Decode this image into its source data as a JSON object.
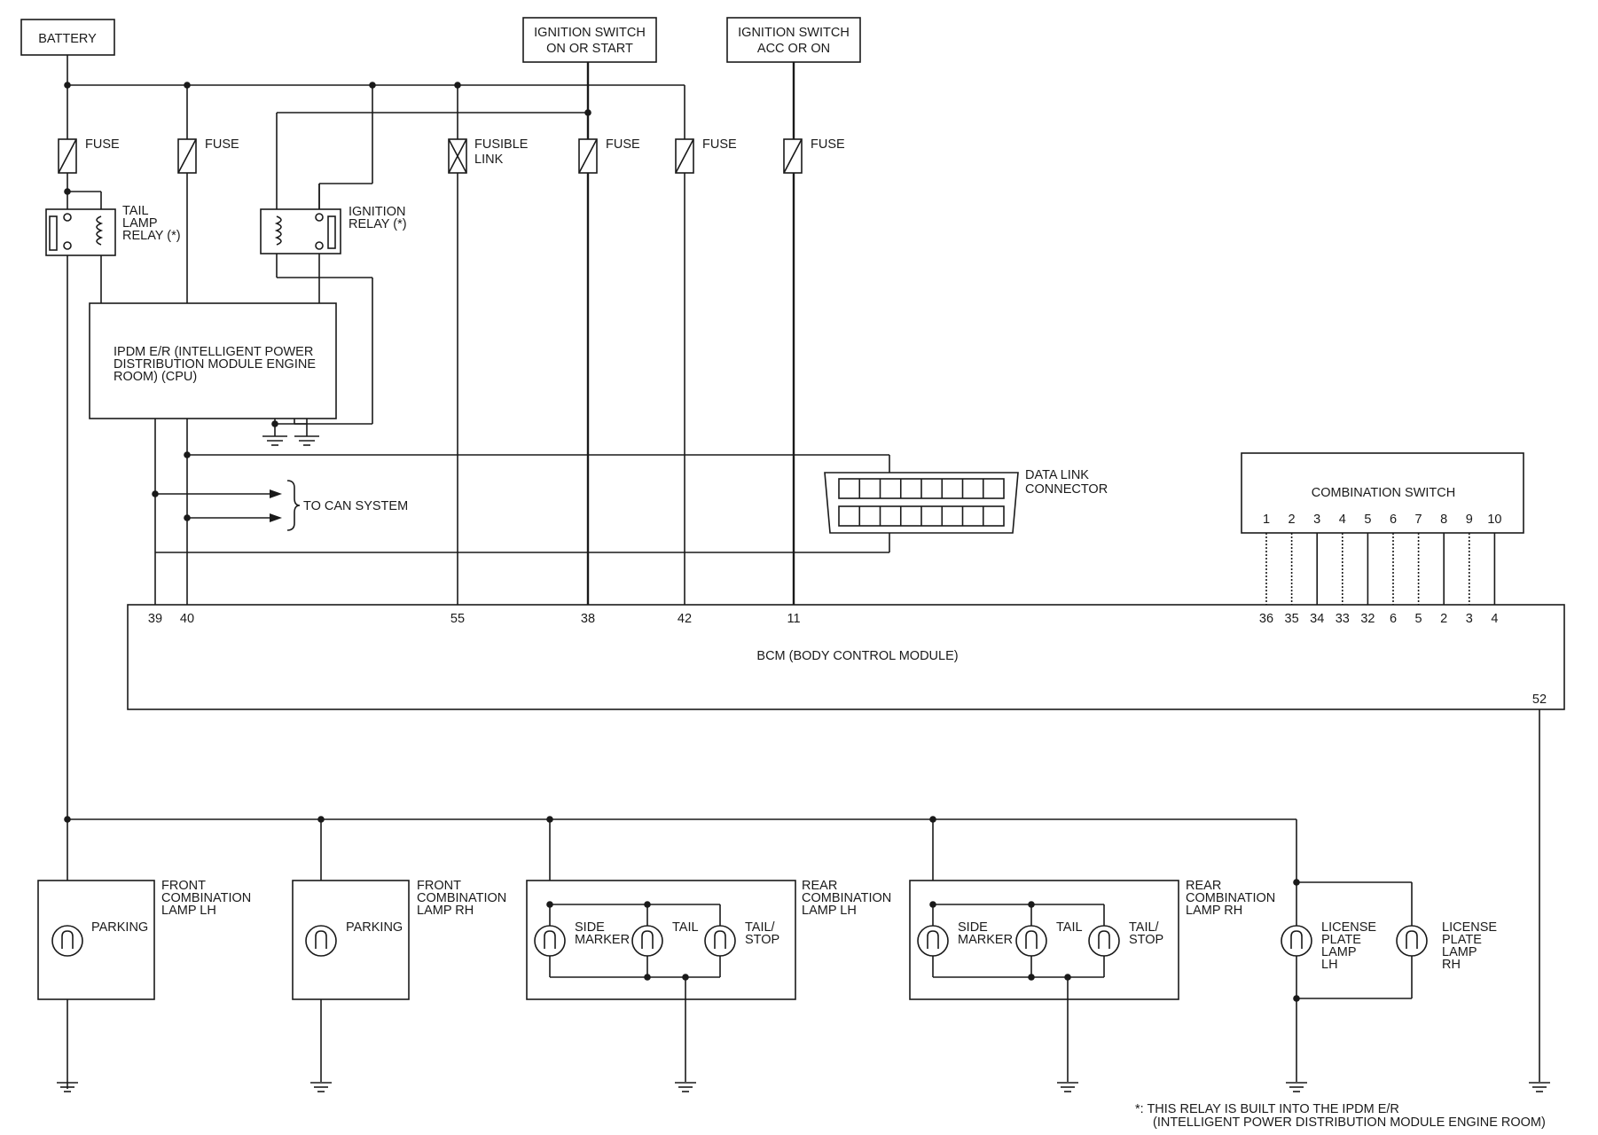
{
  "title": "",
  "top": {
    "battery": "BATTERY",
    "ign_on_start": [
      "IGNITION SWITCH",
      "ON OR START"
    ],
    "ign_acc_on": [
      "IGNITION SWITCH",
      "ACC OR ON"
    ]
  },
  "fuses": {
    "f1": "FUSE",
    "f2": "FUSE",
    "f3": "FUSE",
    "f4": "FUSE",
    "f5": "FUSE",
    "fusible": [
      "FUSIBLE",
      "LINK"
    ]
  },
  "relays": {
    "tail": [
      "TAIL",
      "LAMP",
      "RELAY (*)"
    ],
    "ignition": [
      "IGNITION",
      "RELAY (*)"
    ]
  },
  "ipdm": [
    "IPDM E/R (INTELLIGENT POWER",
    "DISTRIBUTION MODULE ENGINE",
    "ROOM) (CPU)"
  ],
  "can": "TO CAN SYSTEM",
  "dlc": [
    "DATA LINK",
    "CONNECTOR"
  ],
  "combo": {
    "label": "COMBINATION SWITCH",
    "pins": [
      "1",
      "2",
      "3",
      "4",
      "5",
      "6",
      "7",
      "8",
      "9",
      "10"
    ]
  },
  "bcm": {
    "label": "BCM (BODY CONTROL MODULE)",
    "pins_left": [
      "39",
      "40",
      "55",
      "38",
      "42",
      "11"
    ],
    "pins_right": [
      "36",
      "35",
      "34",
      "33",
      "32",
      "6",
      "5",
      "2",
      "3",
      "4"
    ],
    "pin_52": "52"
  },
  "lamps": {
    "front_lh": {
      "title": [
        "FRONT",
        "COMBINATION",
        "LAMP LH"
      ],
      "bulb": "PARKING"
    },
    "front_rh": {
      "title": [
        "FRONT",
        "COMBINATION",
        "LAMP RH"
      ],
      "bulb": "PARKING"
    },
    "rear_lh": {
      "title": [
        "REAR",
        "COMBINATION",
        "LAMP LH"
      ],
      "side": [
        "SIDE",
        "MARKER"
      ],
      "tail": "TAIL",
      "stop": [
        "TAIL/",
        "STOP"
      ]
    },
    "rear_rh": {
      "title": [
        "REAR",
        "COMBINATION",
        "LAMP RH"
      ],
      "side": [
        "SIDE",
        "MARKER"
      ],
      "tail": "TAIL",
      "stop": [
        "TAIL/",
        "STOP"
      ]
    },
    "license_lh": [
      "LICENSE",
      "PLATE",
      "LAMP",
      "LH"
    ],
    "license_rh": [
      "LICENSE",
      "PLATE",
      "LAMP",
      "RH"
    ]
  },
  "footnote": [
    "*: THIS RELAY IS BUILT INTO THE IPDM E/R",
    "(INTELLIGENT POWER DISTRIBUTION MODULE ENGINE ROOM)"
  ]
}
